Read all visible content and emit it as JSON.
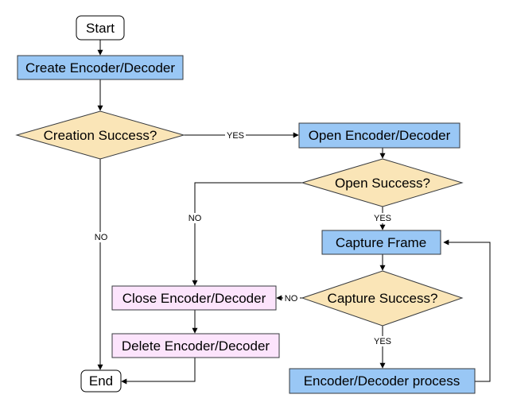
{
  "colors": {
    "process_fill": "#99c7f5",
    "process_stroke": "#36393d",
    "decision_fill": "#fae5b7",
    "decision_stroke": "#36393d",
    "cleanup_fill": "#fce4fc",
    "cleanup_stroke": "#36393d",
    "terminal_fill": "#ffffff",
    "terminal_stroke": "#000000",
    "edge": "#000000"
  },
  "nodes": {
    "start": "Start",
    "create": "Create Encoder/Decoder",
    "creation_success": "Creation Success?",
    "open": "Open Encoder/Decoder",
    "open_success": "Open Success?",
    "capture_frame": "Capture Frame",
    "capture_success": "Capture Success?",
    "process": "Encoder/Decoder process",
    "close": "Close Encoder/Decoder",
    "delete": "Delete Encoder/Decoder",
    "end": "End"
  },
  "edges": {
    "creation_yes": "YES",
    "creation_no": "NO",
    "open_yes": "YES",
    "open_no": "NO",
    "capture_yes": "YES",
    "capture_no": "NO"
  }
}
